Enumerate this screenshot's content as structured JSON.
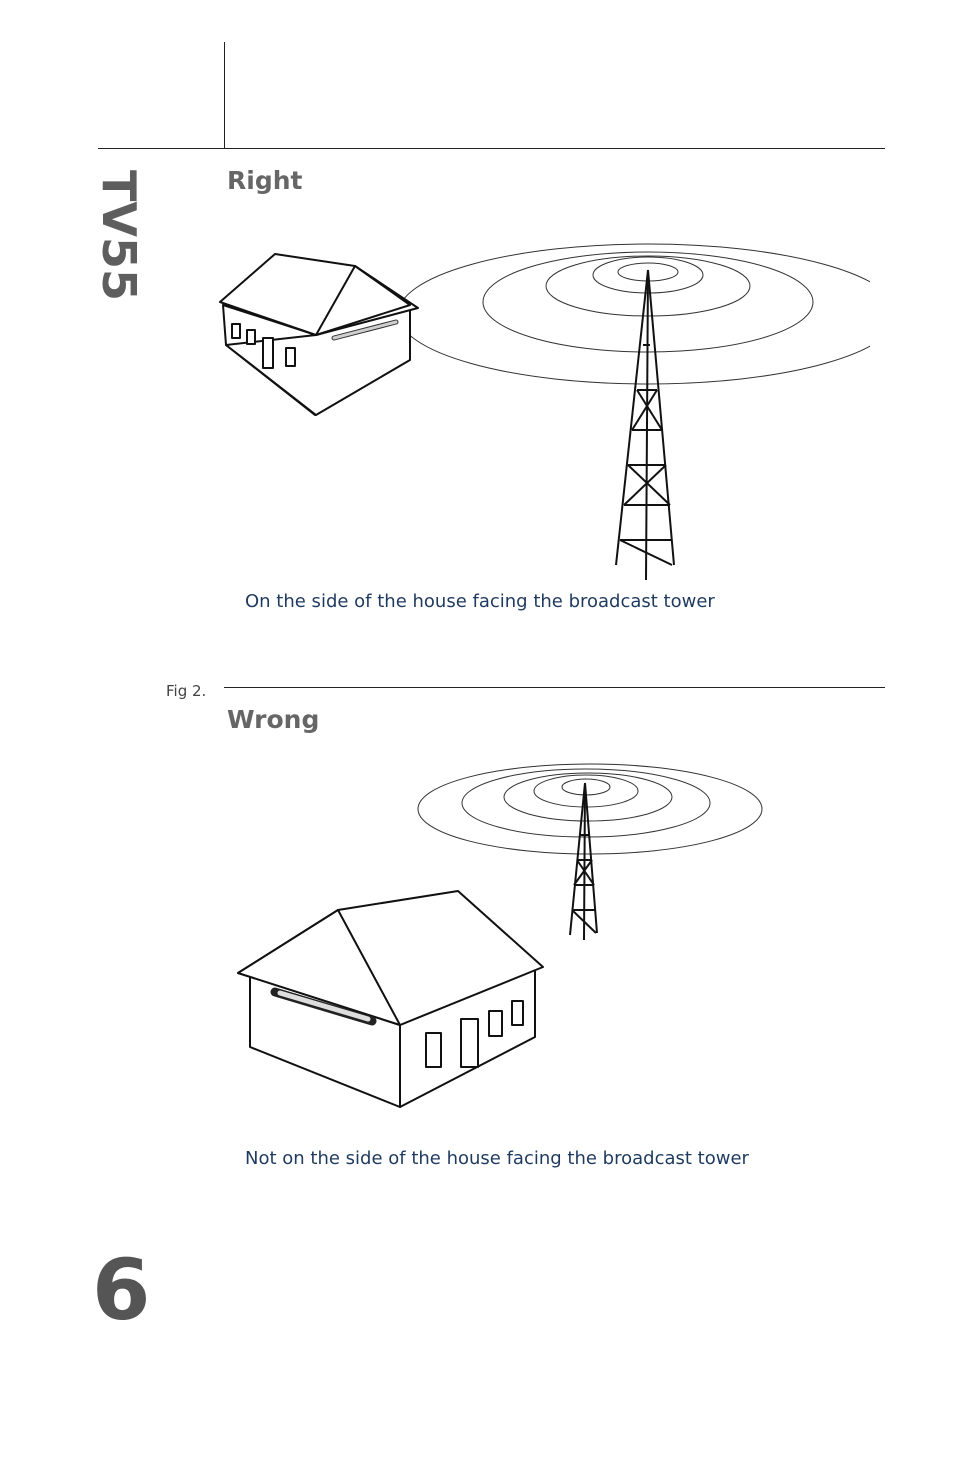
{
  "header": {
    "product_name": "TV55"
  },
  "figure_right": {
    "heading": "Right",
    "caption": "On the side of the house facing the broadcast tower"
  },
  "figure_wrong": {
    "fig_label": "Fig 2.",
    "heading": "Wrong",
    "caption": "Not on the side of the house facing the broadcast tower"
  },
  "footer": {
    "page_number": "6"
  },
  "colors": {
    "heading_gray": "#666666",
    "caption_blue": "#1f3a5f",
    "line_black": "#222222"
  },
  "icons": [
    "house-icon",
    "broadcast-tower-icon",
    "signal-waves-icon",
    "antenna-icon"
  ]
}
